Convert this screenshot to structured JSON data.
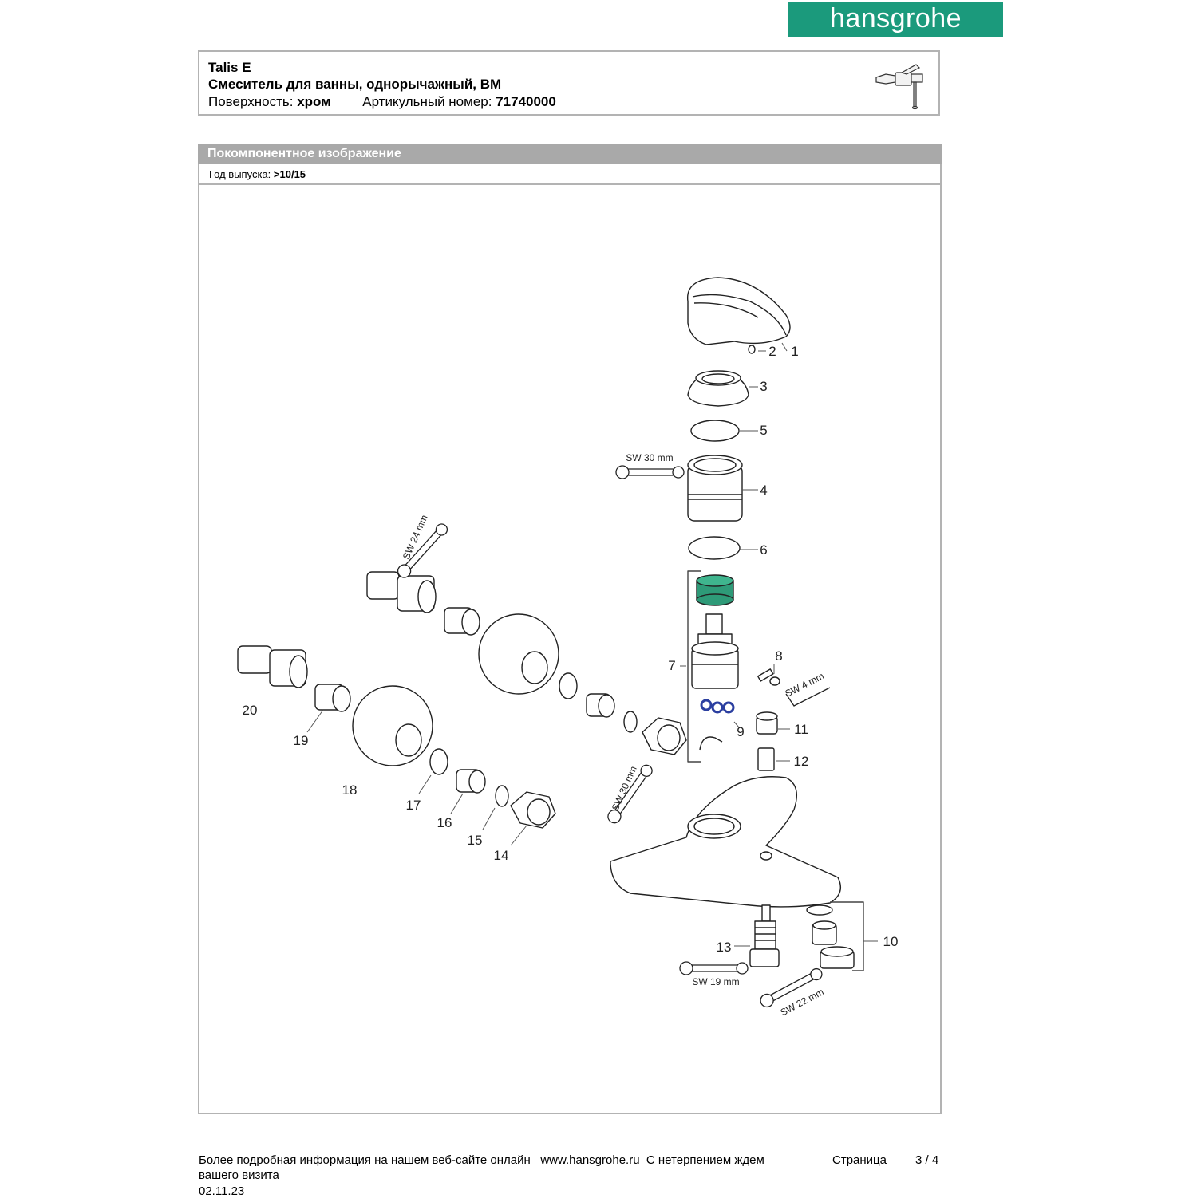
{
  "brand": {
    "name": "hansgrohe"
  },
  "product": {
    "series": "Talis E",
    "description": "Смеситель для ванны, однорычажный, ВМ",
    "surface_label": "Поверхность:",
    "surface_value": "хром",
    "article_label": "Артикульный номер:",
    "article_value": "71740000"
  },
  "section": {
    "title": "Покомпонентное изображение",
    "year_label": "Год выпуска:",
    "year_value": ">10/15"
  },
  "diagram": {
    "part_numbers": [
      "1",
      "2",
      "3",
      "4",
      "5",
      "6",
      "7",
      "8",
      "9",
      "10",
      "11",
      "12",
      "13",
      "14",
      "15",
      "16",
      "17",
      "18",
      "19",
      "20"
    ],
    "tool_labels": [
      "SW 30 mm",
      "SW 24 mm",
      "SW 4 mm",
      "SW 30 mm",
      "SW 19 mm",
      "SW 22 mm"
    ],
    "colors": {
      "cartridge_ring": "#2e9a78",
      "o_rings": "#2b3fa0",
      "line": "#222222"
    }
  },
  "footer": {
    "info_text": "Более подробная информация на нашем веб-сайте онлайн",
    "url": "www.hansgrohe.ru",
    "tagline_start": "С нетерпением ждем",
    "tagline_end": "вашего визита",
    "page_label": "Страница",
    "page_value": "3 / 4",
    "date": "02.11.23"
  }
}
